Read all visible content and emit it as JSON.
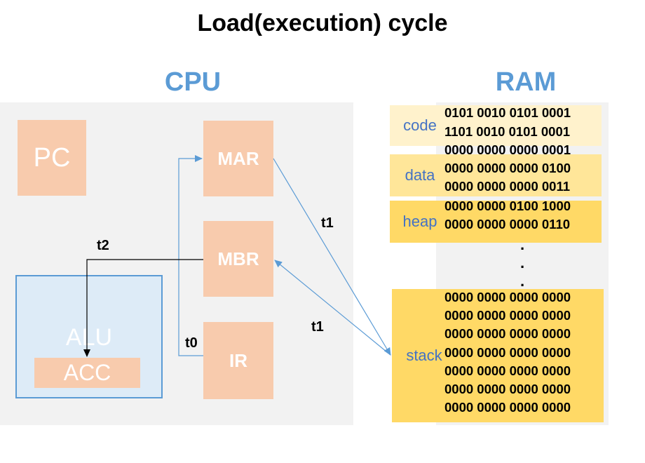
{
  "title": "Load(execution) cycle",
  "cpu": {
    "title": "CPU",
    "pc": "PC",
    "mar": "MAR",
    "mbr": "MBR",
    "ir": "IR",
    "alu": "ALU",
    "acc": "ACC"
  },
  "ram": {
    "title": "RAM",
    "segments": {
      "code": "code",
      "data": "data",
      "heap": "heap",
      "stack": "stack"
    },
    "lines": [
      "0101 0010 0101 0001",
      "1101 0010 0101 0001",
      "0000 0000 0000 0001",
      "0000 0000 0000 0100",
      "0000 0000 0000 0011",
      "0000 0000 0100 1000",
      "0000 0000 0000 0110"
    ],
    "ellipsis": [
      "·",
      "·",
      "·"
    ],
    "stack_lines": [
      "0000 0000 0000 0000",
      "0000 0000 0000 0000",
      "0000 0000 0000 0000",
      "0000 0000 0000 0000",
      "0000 0000 0000 0000",
      "0000 0000 0000 0000",
      "0000 0000 0000 0000"
    ]
  },
  "arrows": {
    "t0": "t0",
    "t1_mar": "t1",
    "t1_mbr": "t1",
    "t2": "t2"
  },
  "colors": {
    "accent_blue": "#5b9bd5",
    "register_fill": "#f8cbad",
    "alu_fill": "#ddebf7",
    "panel_gray": "#f2f2f2",
    "code_fill": "#fff2cc",
    "data_fill": "#ffe699",
    "heap_fill": "#ffd966",
    "stack_fill": "#ffd966",
    "segment_text": "#4472c4"
  }
}
